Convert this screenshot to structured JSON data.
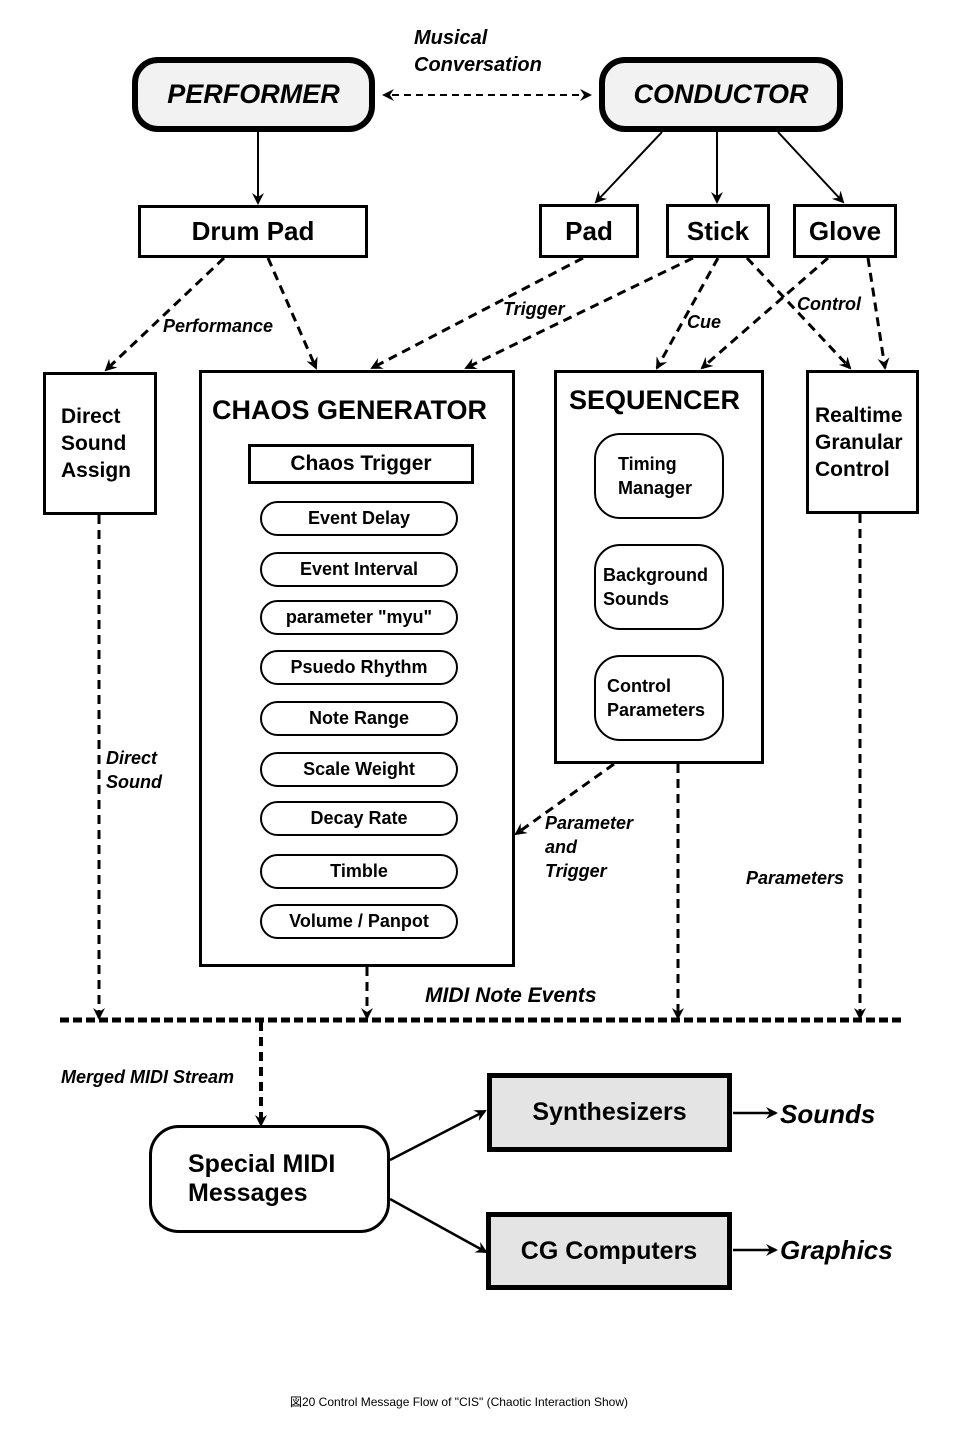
{
  "actors": {
    "performer": "PERFORMER",
    "conductor": "CONDUCTOR",
    "conversation_label": [
      "Musical",
      "Conversation"
    ]
  },
  "inputs": {
    "drum_pad": "Drum Pad",
    "pad": "Pad",
    "stick": "Stick",
    "glove": "Glove"
  },
  "edge_labels": {
    "performance": "Performance",
    "trigger": "Trigger",
    "cue": "Cue",
    "control": "Control",
    "direct_sound": [
      "Direct",
      "Sound"
    ],
    "parameter_and_trigger": [
      "Parameter",
      "and",
      "Trigger"
    ],
    "parameters": "Parameters",
    "midi_note_events": "MIDI Note Events",
    "merged_midi_stream": "Merged MIDI Stream"
  },
  "direct_sound_assign": [
    "Direct",
    "Sound",
    "Assign"
  ],
  "chaos_generator": {
    "title": "CHAOS GENERATOR",
    "trigger": "Chaos Trigger",
    "parameters": [
      "Event Delay",
      "Event Interval",
      "parameter \"myu\"",
      "Psuedo Rhythm",
      "Note Range",
      "Scale Weight",
      "Decay Rate",
      "Timble",
      "Volume / Panpot"
    ]
  },
  "sequencer": {
    "title": "SEQUENCER",
    "modules": [
      [
        "Timing",
        "Manager"
      ],
      [
        "Background",
        "Sounds"
      ],
      [
        "Control",
        "Parameters"
      ]
    ]
  },
  "realtime_granular_control": [
    "Realtime",
    "Granular",
    "Control"
  ],
  "special_midi": [
    "Special MIDI",
    "Messages"
  ],
  "synthesizers": "Synthesizers",
  "cg_computers": "CG Computers",
  "outputs": {
    "sounds": "Sounds",
    "graphics": "Graphics"
  },
  "caption": "図20  Control Message Flow of \"CIS\" (Chaotic Interaction Show)"
}
